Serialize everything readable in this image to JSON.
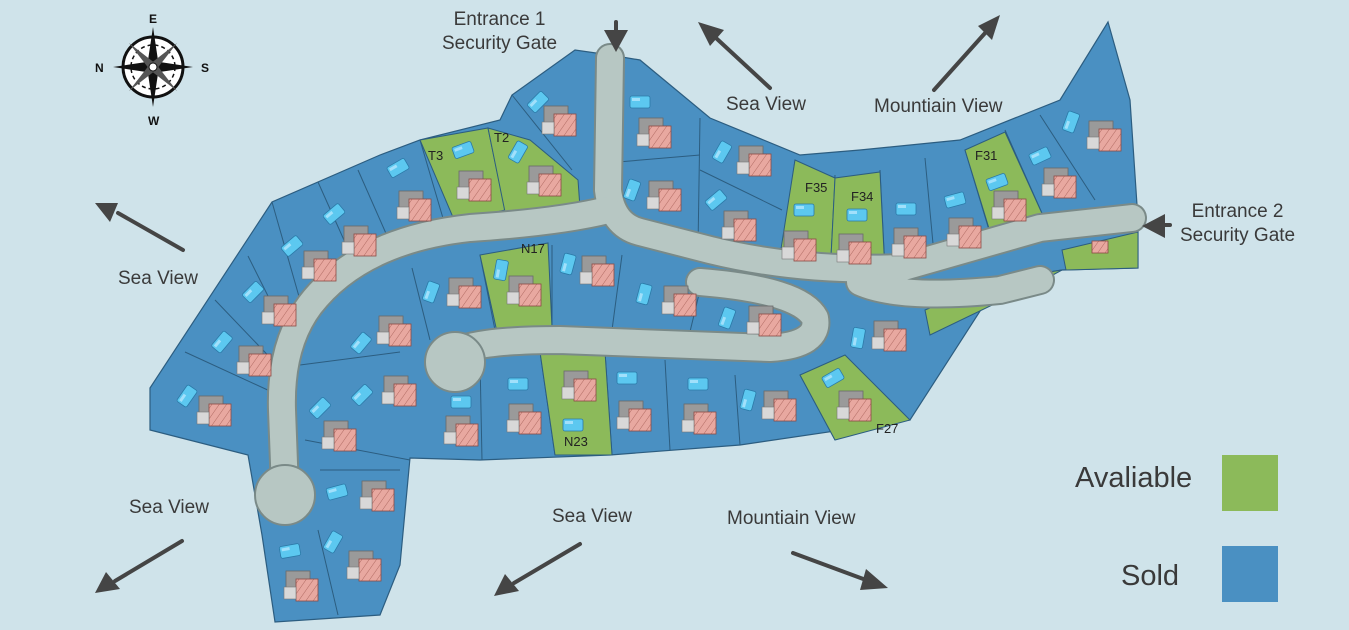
{
  "labels": {
    "entrance1_line1": "Entrance 1",
    "entrance1_line2": "Security Gate",
    "entrance2_line1": "Entrance 2",
    "entrance2_line2": "Security Gate",
    "sea_view": "Sea View",
    "mountain_view": "Mountiain View"
  },
  "compass": {
    "n": "N",
    "s": "S",
    "e": "E",
    "w": "W"
  },
  "legend": {
    "available_label": "Avaliable",
    "sold_label": "Sold",
    "available_color": "#8cba5a",
    "sold_color": "#4a90c2"
  },
  "plots": [
    {
      "id": "T3",
      "status": "available",
      "label": "T3"
    },
    {
      "id": "T2",
      "status": "available",
      "label": "T2"
    },
    {
      "id": "N17",
      "status": "available",
      "label": "N17"
    },
    {
      "id": "F35",
      "status": "available",
      "label": "F35"
    },
    {
      "id": "F34",
      "status": "available",
      "label": "F34"
    },
    {
      "id": "F31",
      "status": "available",
      "label": "F31"
    },
    {
      "id": "N23",
      "status": "available",
      "label": "N23"
    },
    {
      "id": "F27",
      "status": "available",
      "label": "F27"
    }
  ]
}
